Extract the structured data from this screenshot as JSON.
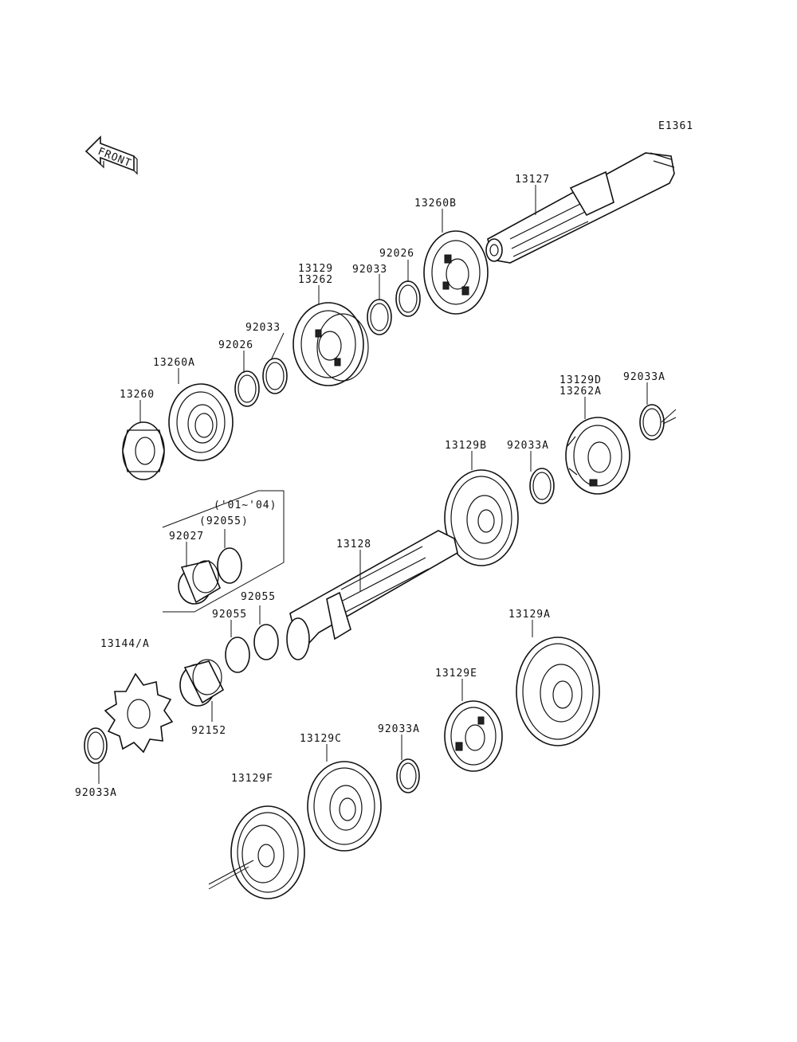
{
  "diagram": {
    "code": "E1361",
    "front_label": "FRONT",
    "labels": {
      "p13127": "13127",
      "p13260B": "13260B",
      "p92026_a": "92026",
      "p92033_a": "92033",
      "p13129": "13129",
      "p13262": "13262",
      "p92033_b": "92033",
      "p92026_b": "92026",
      "p13260A": "13260A",
      "p13260": "13260",
      "p13129D": "13129D",
      "p13262A": "13262A",
      "p92033A_a": "92033A",
      "p13129B": "13129B",
      "p92033A_b": "92033A",
      "p01_04": "('01~'04)",
      "p92055_paren": "(92055)",
      "p92027": "92027",
      "p13128": "13128",
      "p92055_a": "92055",
      "p92055_b": "92055",
      "p13129A": "13129A",
      "p13144A": "13144/A",
      "p92152": "92152",
      "p13129E": "13129E",
      "p13129C": "13129C",
      "p92033A_c": "92033A",
      "p13129F": "13129F",
      "p92033A_d": "92033A"
    }
  }
}
